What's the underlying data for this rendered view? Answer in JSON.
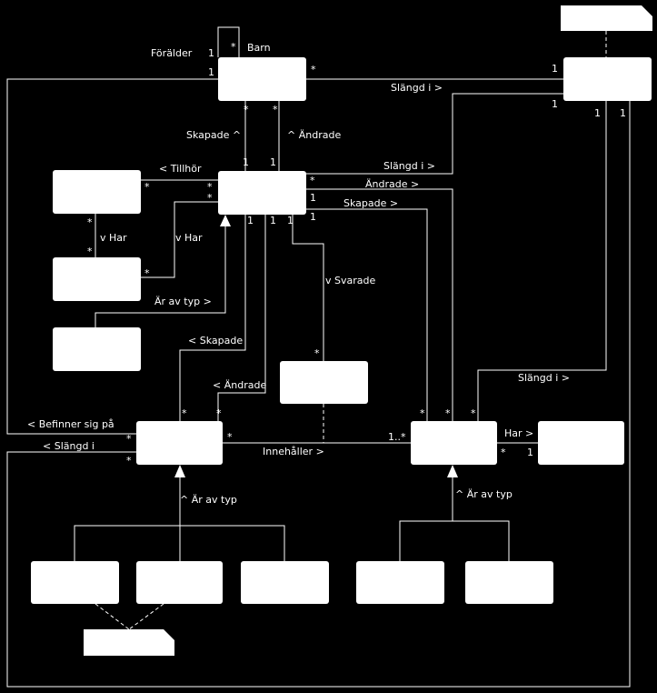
{
  "colors": {
    "background": "#000000",
    "foreground": "#ffffff"
  },
  "labels": {
    "foralder": "Förälder",
    "barn": "Barn",
    "slangd_i_top": "Slängd i >",
    "skapade_up": "Skapade ^",
    "andrade_up": "^ Ändrade",
    "tillhor": "< Tillhör",
    "slangd_i_mid": "Slängd i >",
    "andrade_right": "Ändrade >",
    "skapade_right": "Skapade >",
    "v_har_left": "v Har",
    "v_har_right": "v Har",
    "v_svarade": "v Svarade",
    "ar_av_typ_top": "Är av typ >",
    "skapade_left": "< Skapade",
    "andrade_left": "< Ändrade",
    "slangd_i_right": "Slängd i >",
    "befinner_sig_pa": "< Befinner sig på",
    "slangd_i_left": "< Slängd i",
    "innehaller": "Innehåller >",
    "har_right": "Har >",
    "ar_av_typ_left": "^ Är av typ",
    "ar_av_typ_right": "^ Är av typ"
  },
  "multiplicities": {
    "one": "1",
    "many": "*",
    "one_many": "1..*"
  }
}
